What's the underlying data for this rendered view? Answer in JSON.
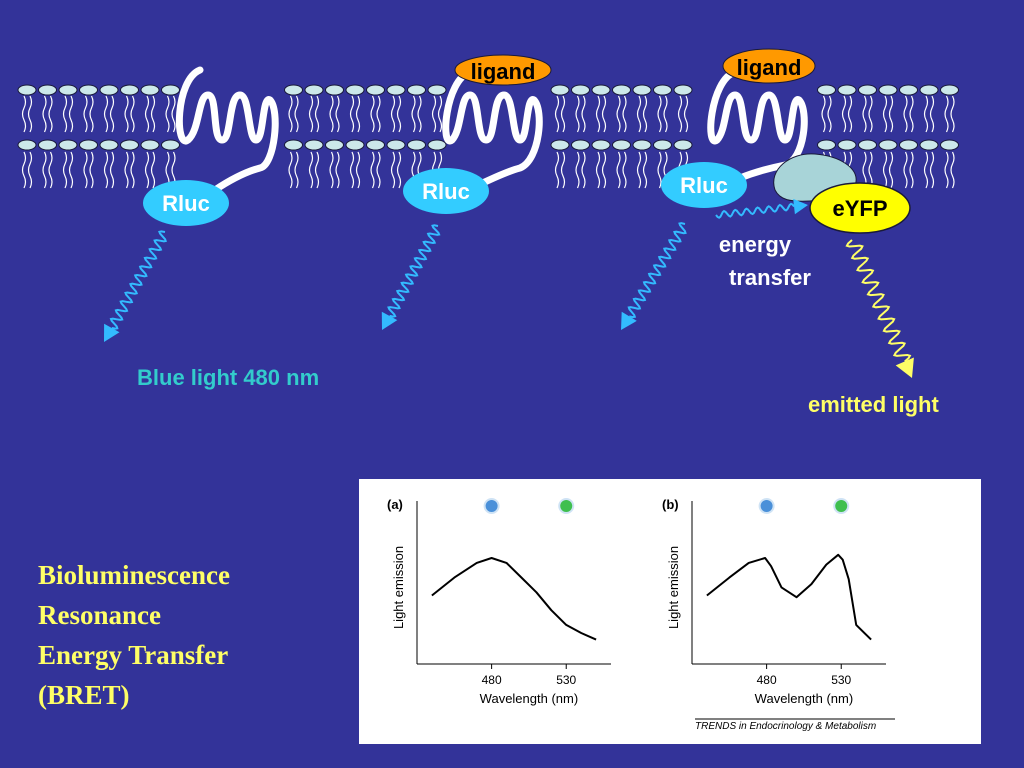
{
  "colors": {
    "background": "#333399",
    "rluc": "#33ccff",
    "ligand": "#ff9900",
    "eyfp": "#ffff00",
    "acceptor_protein": "#a8d4d8",
    "blue_light": "#33bbff",
    "yellow_light": "#ffff66",
    "title": "#ffff66",
    "blue_label": "#33cccc"
  },
  "diagram": {
    "ligand_1": "ligand",
    "ligand_2": "ligand",
    "rluc_1": "Rluc",
    "rluc_2": "Rluc",
    "rluc_3": "Rluc",
    "eyfp": "eYFP",
    "energy_transfer_line1": "energy",
    "energy_transfer_line2": "transfer",
    "blue_light_label": "Blue light 480 nm",
    "emitted_light_label": "emitted light"
  },
  "title": {
    "line1": "Bioluminescence",
    "line2": "Resonance",
    "line3": "Energy Transfer",
    "line4": "(BRET)"
  },
  "credit": "TRENDS in Endocrinology & Metabolism",
  "chart_data": [
    {
      "type": "line",
      "panel_label": "(a)",
      "xlabel": "Wavelength (nm)",
      "ylabel": "Light emission",
      "x_ticks": [
        480,
        530
      ],
      "xlim": [
        430,
        560
      ],
      "ylim": [
        0,
        1
      ],
      "legend_dots": [
        {
          "color": "#4a90d9",
          "position_nm": 480
        },
        {
          "color": "#3fbf4f",
          "position_nm": 530
        }
      ],
      "series": [
        {
          "x": [
            440,
            455,
            470,
            480,
            490,
            500,
            510,
            520,
            530,
            540,
            550
          ],
          "y": [
            0.42,
            0.53,
            0.62,
            0.65,
            0.62,
            0.53,
            0.44,
            0.33,
            0.24,
            0.19,
            0.15
          ]
        }
      ]
    },
    {
      "type": "line",
      "panel_label": "(b)",
      "xlabel": "Wavelength (nm)",
      "ylabel": "Light emission",
      "x_ticks": [
        480,
        530
      ],
      "xlim": [
        430,
        560
      ],
      "ylim": [
        0,
        1
      ],
      "legend_dots": [
        {
          "color": "#4a90d9",
          "position_nm": 480
        },
        {
          "color": "#3fbf4f",
          "position_nm": 530
        }
      ],
      "series": [
        {
          "x": [
            440,
            455,
            468,
            479,
            483,
            490,
            500,
            510,
            520,
            528,
            531,
            535,
            540,
            550
          ],
          "y": [
            0.42,
            0.53,
            0.62,
            0.65,
            0.6,
            0.47,
            0.41,
            0.49,
            0.61,
            0.67,
            0.64,
            0.52,
            0.24,
            0.15
          ]
        }
      ]
    }
  ]
}
